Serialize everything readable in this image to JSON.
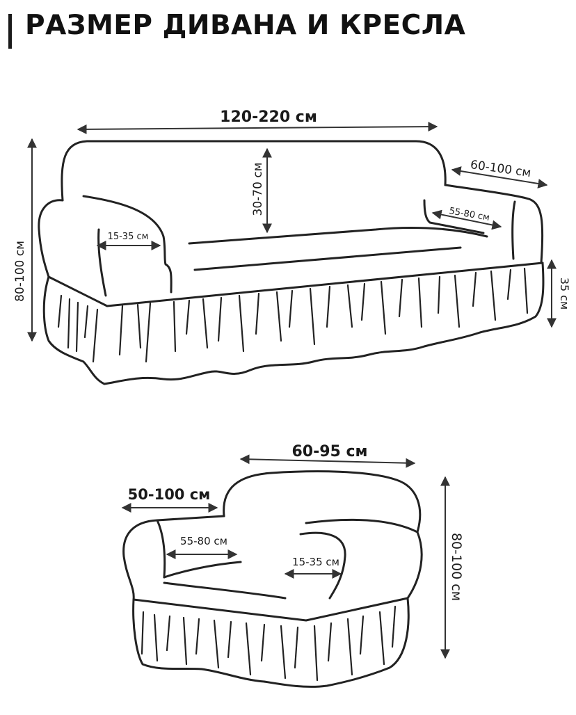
{
  "title": "РАЗМЕР ДИВАНА И КРЕСЛА",
  "sofa": {
    "width": "120-220 см",
    "height": "80-100 см",
    "seat_back_height": "30-70 см",
    "arm_length": "60-100 см",
    "seat_depth": "55-80 см",
    "arm_width": "15-35 см",
    "skirt_height": "35 см"
  },
  "armchair": {
    "width": "60-95 см",
    "arm_length": "50-100 см",
    "seat_depth": "55-80 см",
    "arm_width": "15-35 см",
    "height": "80-100 см"
  }
}
